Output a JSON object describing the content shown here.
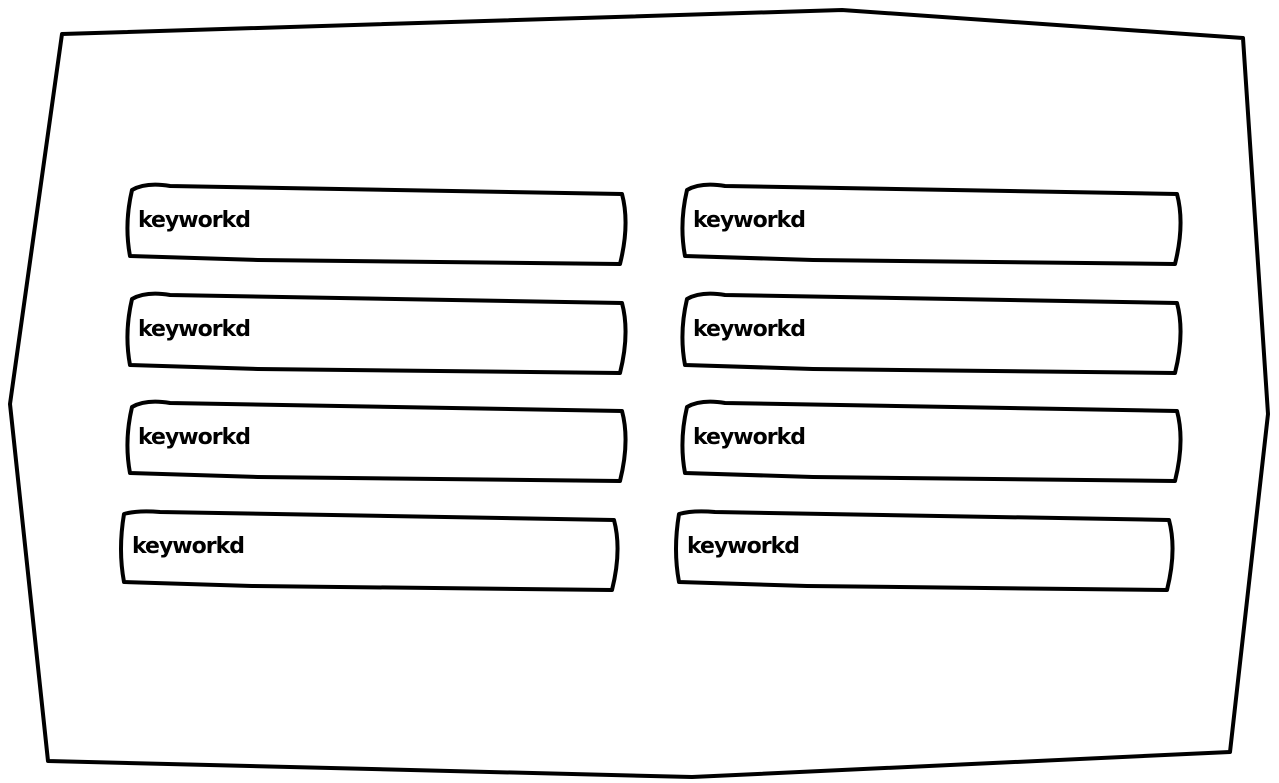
{
  "colors": {
    "background": "#ffffff",
    "stroke": "#000000"
  },
  "fields": [
    {
      "label": "keyworkd"
    },
    {
      "label": "keyworkd"
    },
    {
      "label": "keyworkd"
    },
    {
      "label": "keyworkd"
    },
    {
      "label": "keyworkd"
    },
    {
      "label": "keyworkd"
    },
    {
      "label": "keyworkd"
    },
    {
      "label": "keyworkd"
    }
  ]
}
